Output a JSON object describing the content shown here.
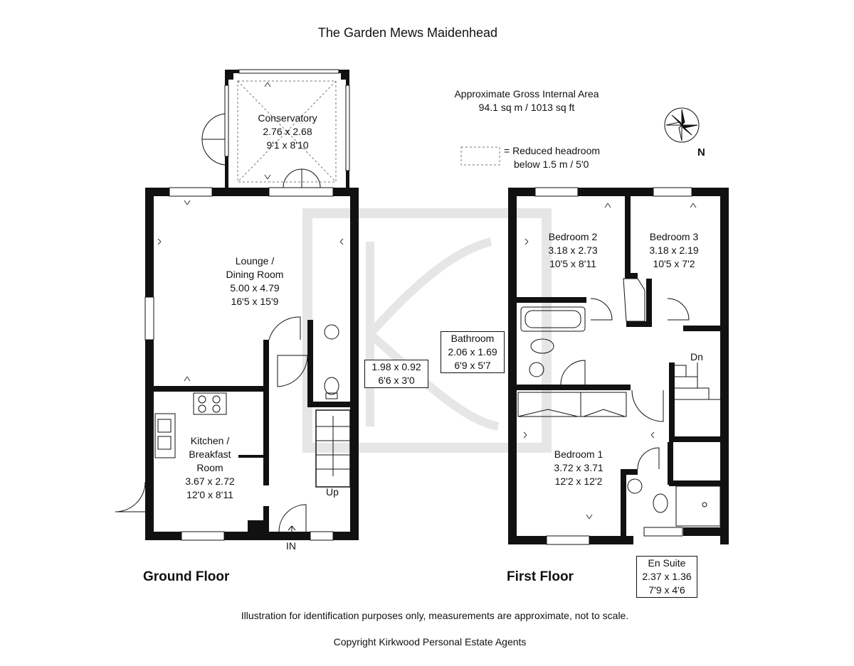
{
  "title": "The Garden Mews  Maidenhead",
  "area": {
    "label": "Approximate Gross Internal Area",
    "value": "94.1 sq m / 1013 sq ft"
  },
  "legend": {
    "line1": "= Reduced headroom",
    "line2": "below 1.5 m / 5'0"
  },
  "compass": {
    "label": "N"
  },
  "ground_floor": {
    "label": "Ground Floor",
    "conservatory": {
      "name": "Conservatory",
      "metric": "2.76 x 2.68",
      "imperial": "9'1 x 8'10"
    },
    "lounge": {
      "name1": "Lounge /",
      "name2": "Dining Room",
      "metric": "5.00 x 4.79",
      "imperial": "16'5 x 15'9"
    },
    "kitchen": {
      "name1": "Kitchen /",
      "name2": "Breakfast",
      "name3": "Room",
      "metric": "3.67 x 2.72",
      "imperial": "12'0 x 8'11"
    },
    "wc": {
      "metric": "1.98 x 0.92",
      "imperial": "6'6 x 3'0"
    },
    "stairs_label": "Up",
    "entrance_label": "IN"
  },
  "first_floor": {
    "label": "First Floor",
    "bedroom2": {
      "name": "Bedroom 2",
      "metric": "3.18 x 2.73",
      "imperial": "10'5 x 8'11"
    },
    "bedroom3": {
      "name": "Bedroom 3",
      "metric": "3.18 x 2.19",
      "imperial": "10'5 x 7'2"
    },
    "bathroom": {
      "name": "Bathroom",
      "metric": "2.06 x 1.69",
      "imperial": "6'9 x 5'7"
    },
    "bedroom1": {
      "name": "Bedroom 1",
      "metric": "3.72 x 3.71",
      "imperial": "12'2 x 12'2"
    },
    "ensuite": {
      "name": "En Suite",
      "metric": "2.37 x 1.36",
      "imperial": "7'9 x 4'6"
    },
    "stairs_label": "Dn"
  },
  "disclaimer": "Illustration for identification purposes only, measurements are approximate, not to scale.",
  "copyright": "Copyright Kirkwood Personal Estate Agents"
}
